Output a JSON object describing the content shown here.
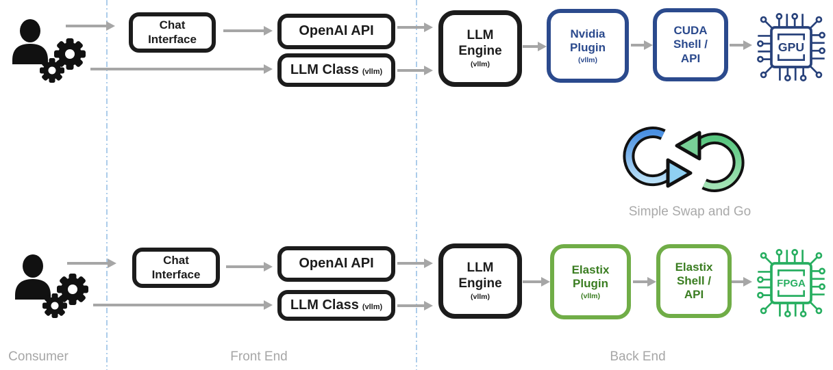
{
  "diagram": {
    "kind": "architecture-flow",
    "swap": {
      "caption": "Simple Swap and Go",
      "icon": "swap-arrows-icon"
    },
    "lanes": [
      {
        "label": "Consumer"
      },
      {
        "label": "Front End"
      },
      {
        "label": "Back End"
      }
    ],
    "rows": [
      {
        "name": "gpu-path",
        "consumer_icon": "person-gears-icon",
        "chat": "Chat Interface",
        "openai": "OpenAI API",
        "llm_class": "LLM Class",
        "llm_class_sub": "(vllm)",
        "engine_l1": "LLM",
        "engine_l2": "Engine",
        "engine_sub": "(vllm)",
        "plugin_l1": "Nvidia",
        "plugin_l2": "Plugin",
        "plugin_sub": "(vllm)",
        "shell_l1": "CUDA",
        "shell_l2": "Shell /",
        "shell_l3": "API",
        "chip": "GPU",
        "chip_icon": "gpu-chip-icon"
      },
      {
        "name": "fpga-path",
        "consumer_icon": "person-gears-icon",
        "chat": "Chat Interface",
        "openai": "OpenAI API",
        "llm_class": "LLM Class",
        "llm_class_sub": "(vllm)",
        "engine_l1": "LLM",
        "engine_l2": "Engine",
        "engine_sub": "(vllm)",
        "plugin_l1": "Elastix",
        "plugin_l2": "Plugin",
        "plugin_sub": "(vllm)",
        "shell_l1": "Elastix",
        "shell_l2": "Shell /",
        "shell_l3": "API",
        "chip": "FPGA",
        "chip_icon": "fpga-chip-icon"
      }
    ],
    "palette": {
      "box_black": "#1c1c1c",
      "box_blue": "#2b4a8d",
      "box_green_border": "#70ad47",
      "box_green_text": "#3a7d21",
      "chip_blue": "#27417a",
      "chip_green": "#27ae60",
      "arrow_gray": "#a6a6a6",
      "divider_blue": "#9dc3e6",
      "label_gray": "#a6a6a6",
      "swap_blue_dark": "#4a90e2",
      "swap_blue_light": "#b8dff7",
      "swap_green_dark": "#57c57e",
      "swap_green_light": "#a3e3b5"
    }
  }
}
